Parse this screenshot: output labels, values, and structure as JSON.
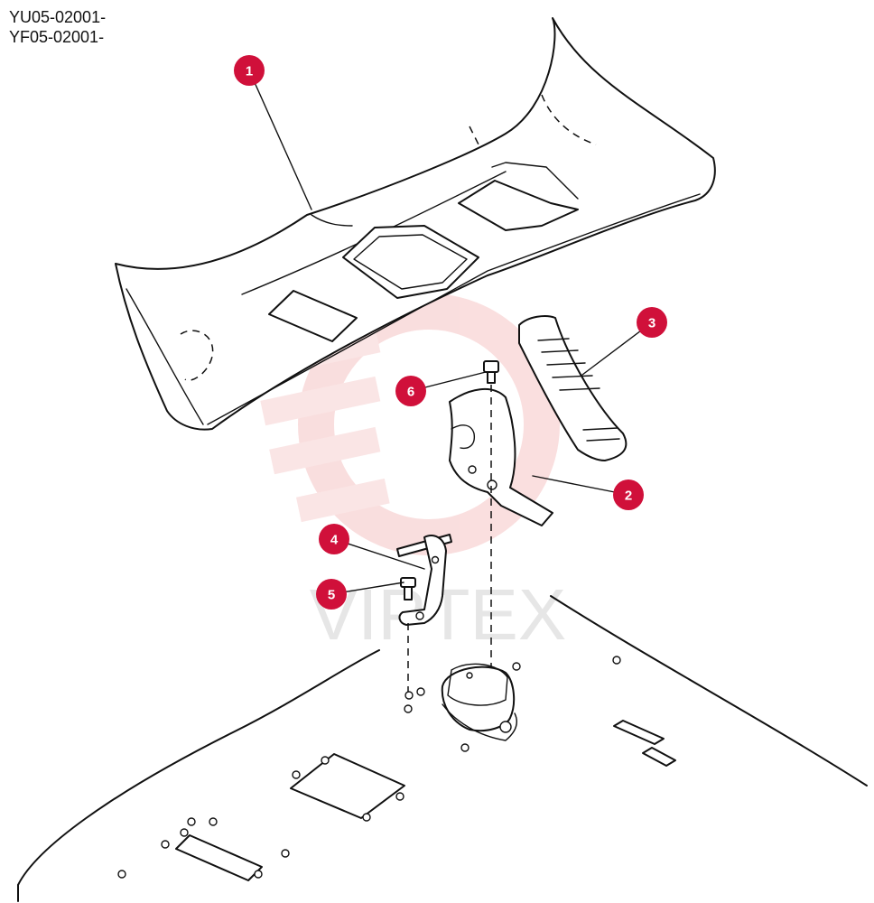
{
  "serials": [
    "YU05-02001-",
    "YF05-02001-"
  ],
  "watermark": {
    "text": "VIPTEX",
    "color": "#f2b8b8"
  },
  "callout_color": "#d0103a",
  "callouts": [
    {
      "label": "1",
      "part": "floor-panel"
    },
    {
      "label": "2",
      "part": "pedal-bracket"
    },
    {
      "label": "3",
      "part": "accelerator-pedal"
    },
    {
      "label": "4",
      "part": "link-rod"
    },
    {
      "label": "5",
      "part": "bolt"
    },
    {
      "label": "6",
      "part": "pivot-bolt"
    }
  ]
}
